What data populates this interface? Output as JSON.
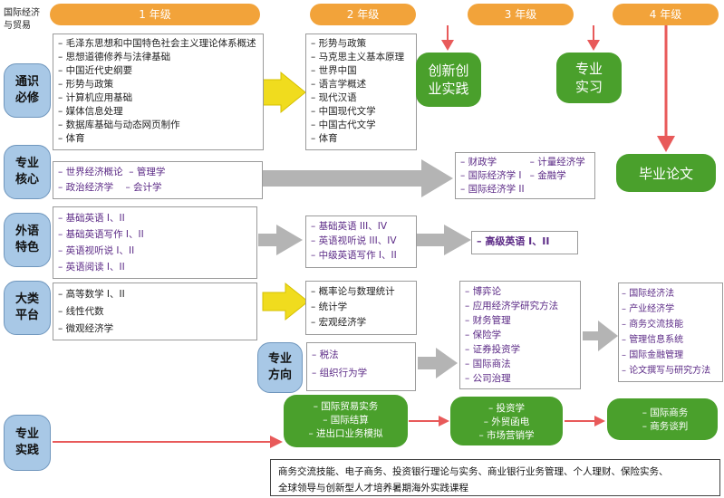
{
  "corner": {
    "line1": "国际经济",
    "line2": "与贸易"
  },
  "grades": [
    "1 年级",
    "2 年级",
    "3 年级",
    "4 年级"
  ],
  "categories": {
    "general": {
      "line1": "通识",
      "line2": "必修"
    },
    "core": {
      "line1": "专业",
      "line2": "核心"
    },
    "language": {
      "line1": "外语",
      "line2": "特色"
    },
    "platform": {
      "line1": "大类",
      "line2": "平台"
    },
    "direction": {
      "line1": "专业",
      "line2": "方向"
    },
    "practice": {
      "line1": "专业",
      "line2": "实践"
    }
  },
  "general": {
    "year1": [
      "毛泽东思想和中国特色社会主义理论体系概述",
      "思想道德修养与法律基础",
      "中国近代史纲要",
      "形势与政策",
      "计算机应用基础",
      "媒体信息处理",
      "数据库基础与动态网页制作",
      "体育"
    ],
    "year2": [
      "形势与政策",
      "马克思主义基本原理",
      "世界中国",
      "语言学概述",
      "现代汉语",
      "中国现代文学",
      "中国古代文学",
      "体育"
    ]
  },
  "year3_practice": {
    "line1": "创新创",
    "line2": "业实践"
  },
  "year3_internship": {
    "line1": "专业",
    "line2": "实习"
  },
  "thesis": "毕业论文",
  "core": {
    "year1_row1": [
      "世界经济概论",
      "管理学"
    ],
    "year1_row2": [
      "政治经济学",
      "会计学"
    ],
    "year3_col1": [
      "财政学",
      "国际经济学 I",
      "国际经济学 II"
    ],
    "year3_col2": [
      "计量经济学",
      "金融学"
    ]
  },
  "language": {
    "year1": [
      "基础英语 I、II",
      "基础英语写作 I、II",
      "英语视听说 I、II",
      "英语阅读 I、II"
    ],
    "year2": [
      "基础英语 III、IV",
      "英语视听说 III、IV",
      "中级英语写作 I、II"
    ],
    "year3": [
      "高级英语 I、II"
    ]
  },
  "platform": {
    "year1": [
      "高等数学 I、II",
      "线性代数",
      "微观经济学"
    ],
    "year2": [
      "概率论与数理统计",
      "统计学",
      "宏观经济学"
    ]
  },
  "direction": {
    "year2": [
      "税法",
      "组织行为学"
    ],
    "year3": [
      "博弈论",
      "应用经济学研究方法",
      "财务管理",
      "保险学",
      "证券投资学",
      "国际商法",
      "公司治理"
    ],
    "year4": [
      "国际经济法",
      "产业经济学",
      "商务交流技能",
      "管理信息系统",
      "国际金融管理",
      "论文撰写与研究方法"
    ]
  },
  "practice": {
    "group1": [
      "国际贸易实务",
      "国际结算",
      "进出口业务模拟"
    ],
    "group2": [
      "投资学",
      "外贸函电",
      "市场营销学"
    ],
    "group3": [
      "国际商务",
      "商务谈判"
    ],
    "bottom_line1": "商务交流技能、电子商务、投资银行理论与实务、商业银行业务管理、个人理财、保险实务、",
    "bottom_line2": "全球领导与创新型人才培养暑期海外实践课程"
  },
  "colors": {
    "grade": "#f2a33a",
    "category": "#a8c8e6",
    "green": "#4aa02c",
    "yellow_arrow": "#f0dc1e",
    "gray_arrow": "#b4b4b4",
    "red_arrow": "#e85a5a",
    "purple_text": "#5b2a86"
  }
}
